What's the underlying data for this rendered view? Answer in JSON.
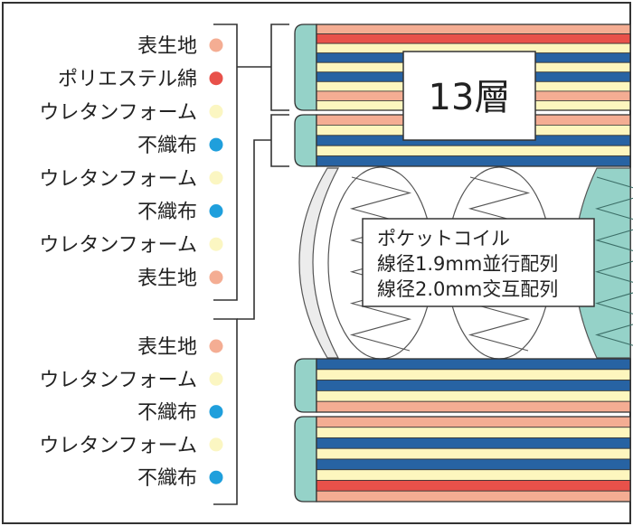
{
  "colors": {
    "salmon": "#f4ad93",
    "red": "#e8514a",
    "cream": "#fdf6be",
    "blue": "#2763a3",
    "teal": "#95d2c8",
    "dot_blue": "#1f9fdc",
    "dot_cream": "#fbf6c2",
    "dot_salmon": "#f4ad93",
    "dot_red": "#e8514a",
    "frame": "#333333"
  },
  "legend": {
    "top": [
      {
        "label": "表生地",
        "color": "salmon"
      },
      {
        "label": "ポリエステル綿",
        "color": "red"
      },
      {
        "label": "ウレタンフォーム",
        "color": "cream"
      },
      {
        "label": "不織布",
        "color": "blue"
      },
      {
        "label": "ウレタンフォーム",
        "color": "cream"
      },
      {
        "label": "不織布",
        "color": "blue"
      },
      {
        "label": "ウレタンフォーム",
        "color": "cream"
      },
      {
        "label": "表生地",
        "color": "salmon"
      }
    ],
    "bottom": [
      {
        "label": "表生地",
        "color": "salmon"
      },
      {
        "label": "ウレタンフォーム",
        "color": "cream"
      },
      {
        "label": "不織布",
        "color": "blue"
      },
      {
        "label": "ウレタンフォーム",
        "color": "cream"
      },
      {
        "label": "不織布",
        "color": "blue"
      }
    ]
  },
  "layer_count_label": "13層",
  "coil": {
    "title": "ポケットコイル",
    "line1": "線径1.9mm並行配列",
    "line2": "線径2.0mm交互配列"
  },
  "stacks": {
    "top": [
      "salmon",
      "red",
      "cream",
      "blue",
      "cream",
      "blue",
      "cream",
      "salmon",
      "cream"
    ],
    "upper_mid": [
      "salmon",
      "cream",
      "blue",
      "cream",
      "blue"
    ],
    "lower_mid": [
      "blue",
      "cream",
      "blue",
      "cream",
      "salmon"
    ],
    "bottom": [
      "salmon",
      "cream",
      "blue",
      "cream",
      "blue",
      "cream",
      "red",
      "salmon"
    ]
  }
}
